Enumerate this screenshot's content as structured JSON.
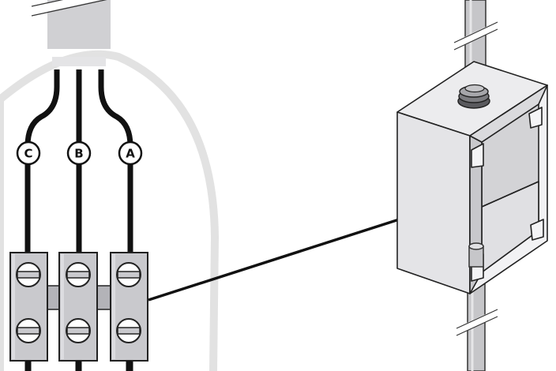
{
  "wire_labels": {
    "c": "C",
    "b": "B",
    "a": "A"
  },
  "colors": {
    "wire": "#111111",
    "outline": "#222222",
    "terminal_fill": "#c9c9cd",
    "terminal_shade": "#b3b3b8",
    "callout_oval": "#e2e2e2",
    "conduit_fill": "#c6c6c9",
    "box_fill": "#e8e8ea",
    "box_inner": "#d3d3d6"
  },
  "icons": {
    "screw": "slotted-screw-icon",
    "grommet": "rubber-grommet-icon",
    "break": "conduit-break-icon"
  }
}
